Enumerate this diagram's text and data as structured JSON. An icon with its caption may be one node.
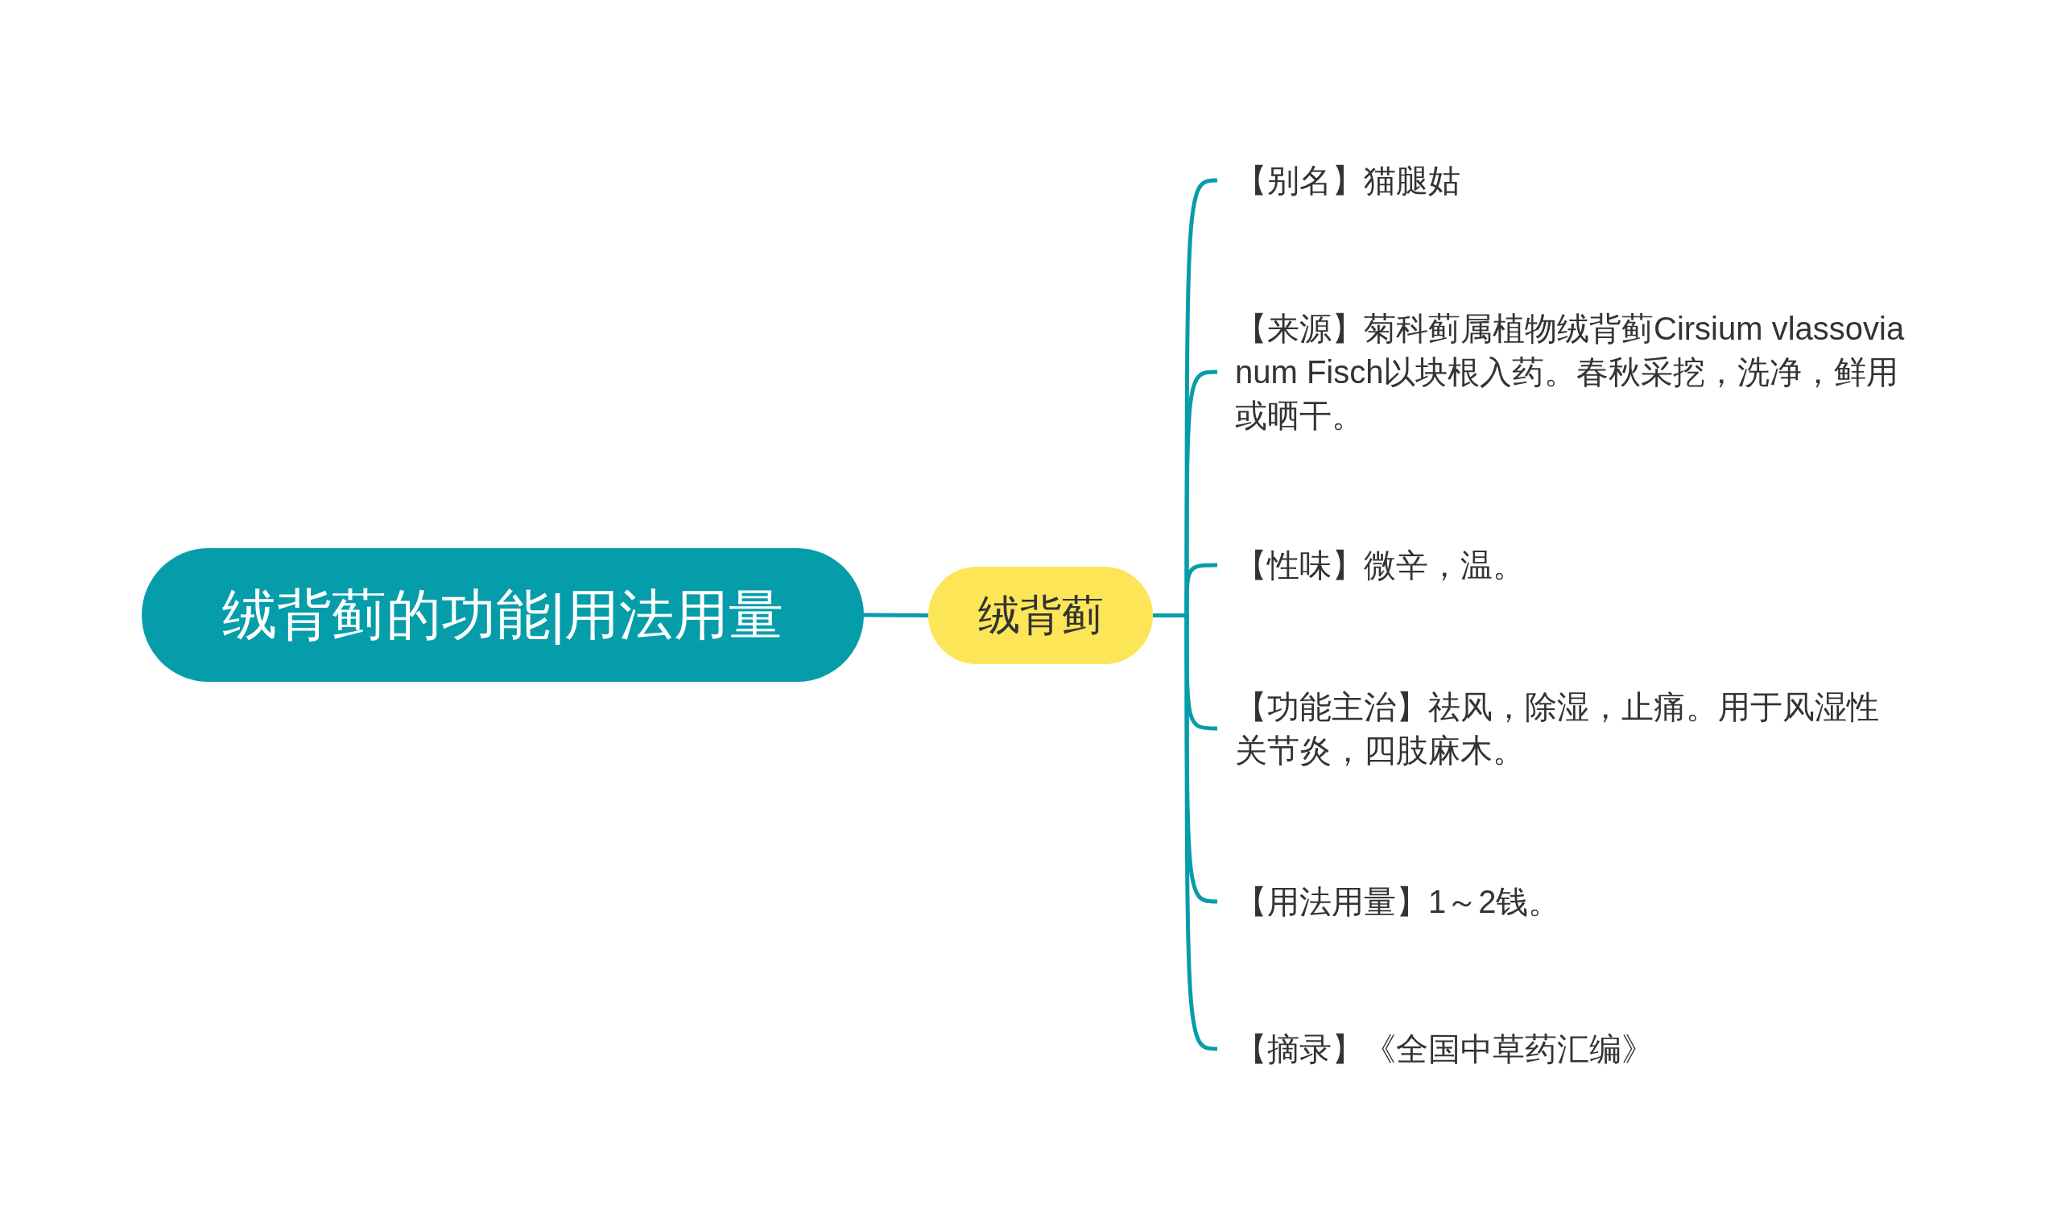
{
  "diagram": {
    "nodes": [
      {
        "text": [
          "绒背蓟的功能|用法用量"
        ]
      },
      {
        "text": [
          "绒背蓟"
        ]
      },
      {
        "text": [
          "【别名】猫腿姑"
        ]
      },
      {
        "text": [
          "【来源】菊科蓟属植物绒背蓟Cirsium vlassovianum Fisch以块根入药。春秋采挖，洗净，鲜用或晒干。"
        ]
      },
      {
        "text": [
          "【性味】微辛，温。"
        ]
      },
      {
        "text": [
          "【功能主治】祛风，除湿，止痛。用于风湿性关节炎，四肢麻木。"
        ]
      },
      {
        "text": [
          "【用法用量】1～2钱。"
        ]
      },
      {
        "text": [
          "【摘录】《全国中草药汇编》"
        ]
      }
    ],
    "edges": [
      {
        "from": 0,
        "to": 1,
        "arrow": "none"
      },
      {
        "from": 1,
        "to": 2,
        "arrow": "none"
      },
      {
        "from": 1,
        "to": 3,
        "arrow": "none"
      },
      {
        "from": 1,
        "to": 4,
        "arrow": "none"
      },
      {
        "from": 1,
        "to": 5,
        "arrow": "none"
      },
      {
        "from": 1,
        "to": 6,
        "arrow": "none"
      },
      {
        "from": 1,
        "to": 7,
        "arrow": "none"
      }
    ]
  }
}
